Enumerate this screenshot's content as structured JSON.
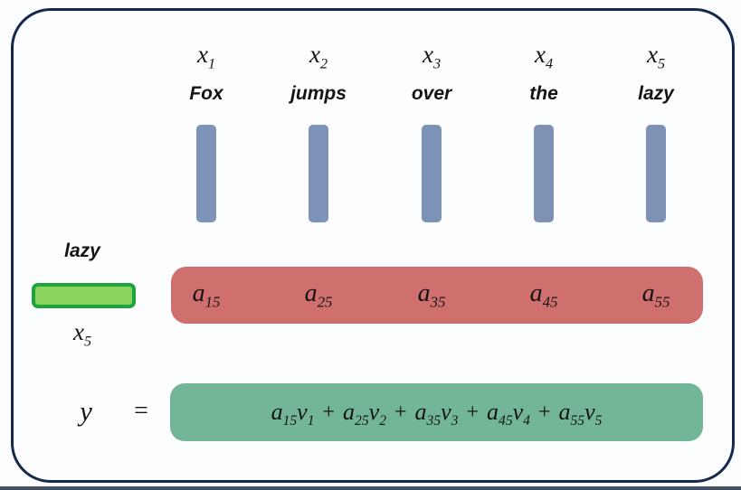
{
  "colors": {
    "frame_border": "#16294d",
    "value_bar": "#7d92b5",
    "weights_box_bg": "#d0706e",
    "output_box_bg": "#72b697",
    "query_bar_fill": "#8cd35e",
    "query_bar_border": "#1ca53c",
    "bottom_strip": "#223447"
  },
  "tokens": {
    "columns": [
      {
        "var": "x",
        "sub": "1",
        "word": "Fox"
      },
      {
        "var": "x",
        "sub": "2",
        "word": "jumps"
      },
      {
        "var": "x",
        "sub": "3",
        "word": "over"
      },
      {
        "var": "x",
        "sub": "4",
        "word": "the"
      },
      {
        "var": "x",
        "sub": "5",
        "word": "lazy"
      }
    ]
  },
  "query": {
    "word": "lazy",
    "var": "x",
    "sub": "5"
  },
  "weights": [
    {
      "base": "a",
      "sub": "15"
    },
    {
      "base": "a",
      "sub": "25"
    },
    {
      "base": "a",
      "sub": "35"
    },
    {
      "base": "a",
      "sub": "45"
    },
    {
      "base": "a",
      "sub": "55"
    }
  ],
  "equation": {
    "lhs": "y",
    "equals": "=",
    "plus": "+",
    "terms": [
      {
        "coef": "a",
        "coef_sub": "15",
        "vec": "v",
        "vec_sub": "1"
      },
      {
        "coef": "a",
        "coef_sub": "25",
        "vec": "v",
        "vec_sub": "2"
      },
      {
        "coef": "a",
        "coef_sub": "35",
        "vec": "v",
        "vec_sub": "3"
      },
      {
        "coef": "a",
        "coef_sub": "45",
        "vec": "v",
        "vec_sub": "4"
      },
      {
        "coef": "a",
        "coef_sub": "55",
        "vec": "v",
        "vec_sub": "5"
      }
    ]
  }
}
